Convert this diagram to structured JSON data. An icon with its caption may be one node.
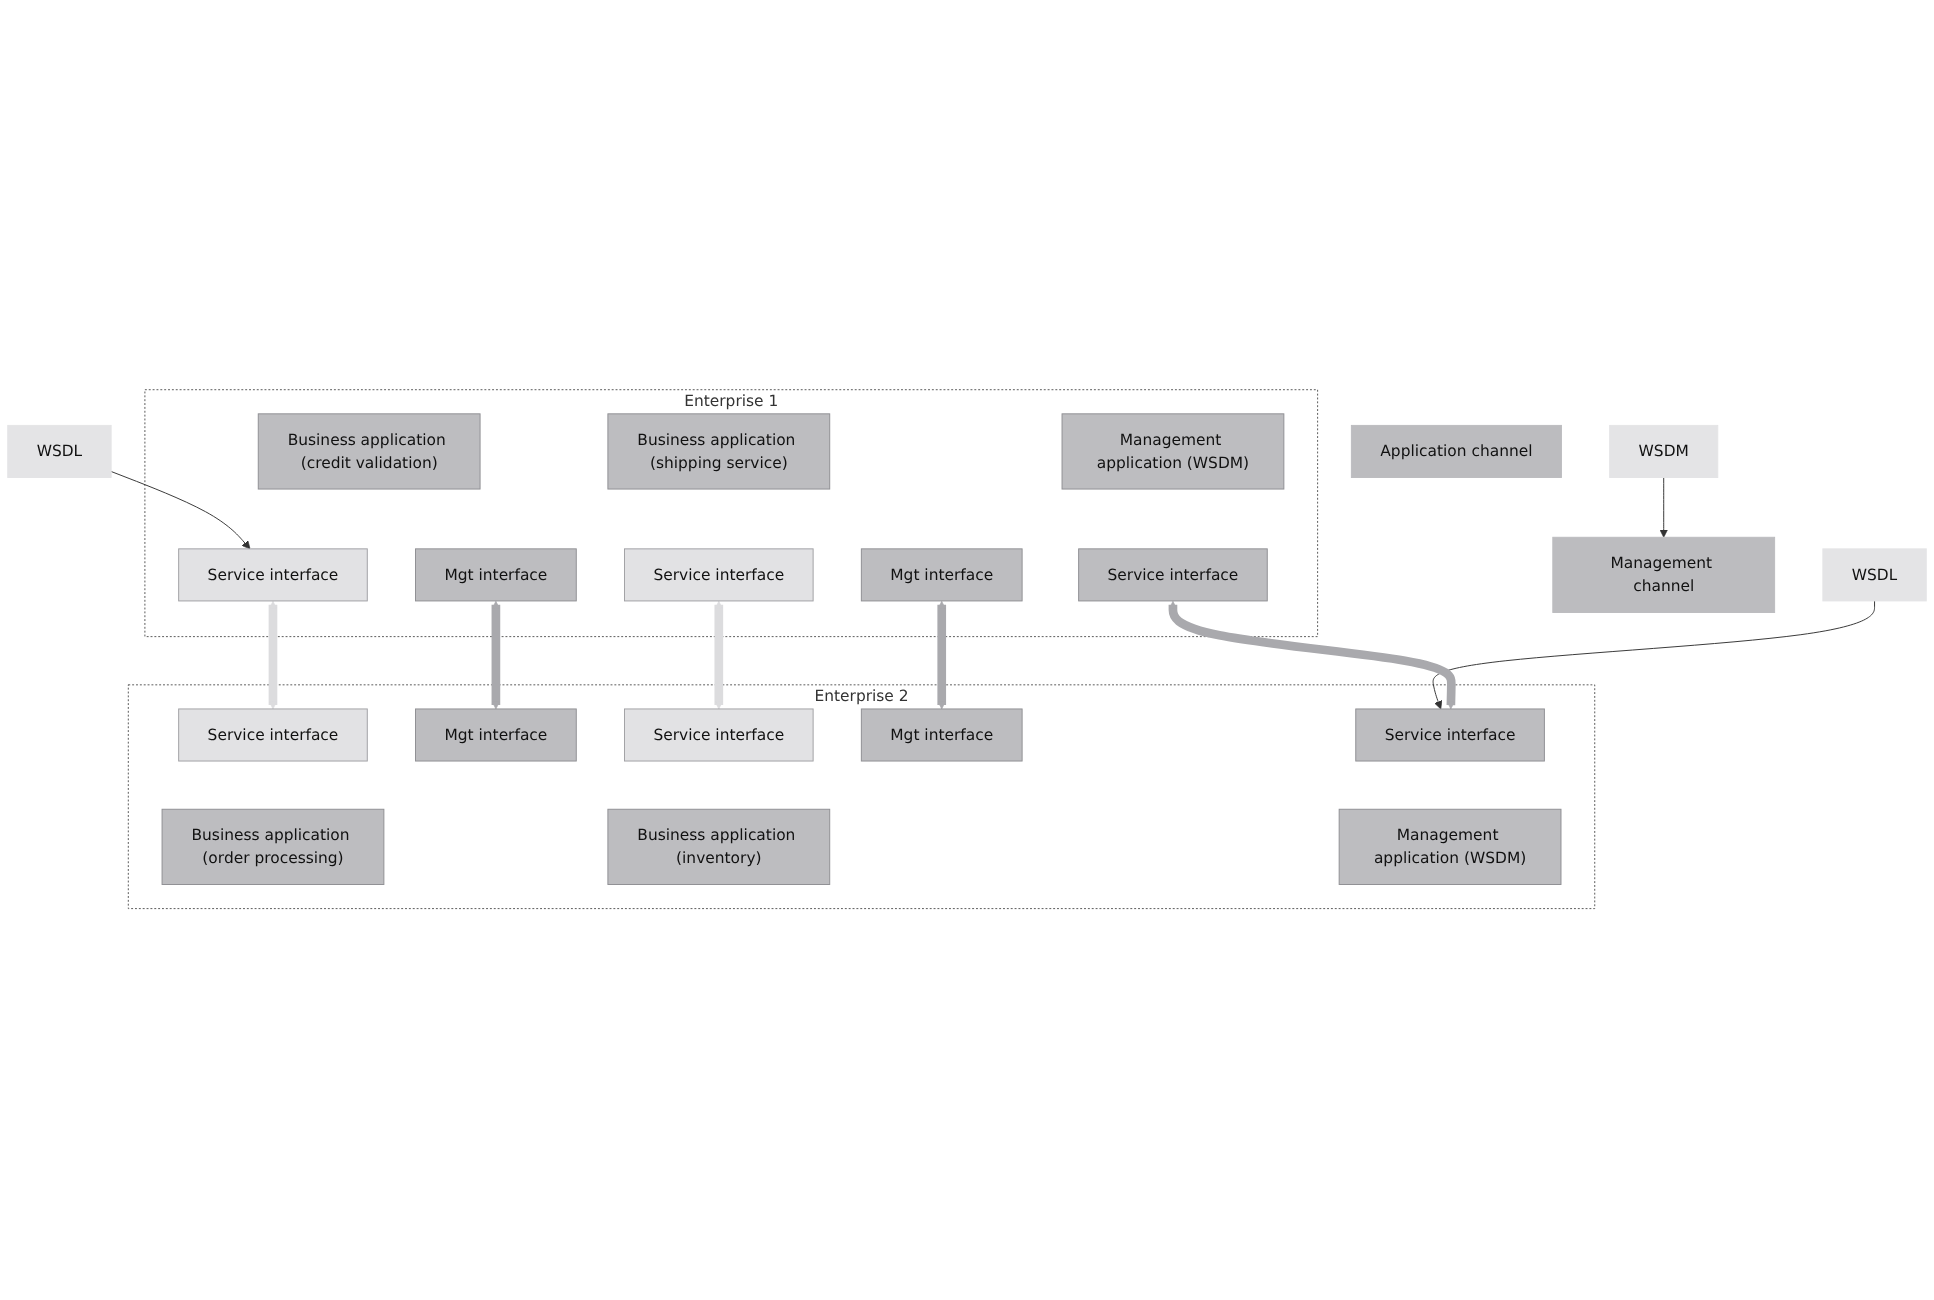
{
  "diagram": {
    "nodes": [
      {
        "text": [
          "Enterprise 1"
        ]
      },
      {
        "text": [
          "Business application (credit validation)"
        ],
        "in": 0
      },
      {
        "text": [
          "Business application (shipping service)"
        ],
        "in": 0
      },
      {
        "text": [
          "Management application (WSDM)"
        ],
        "in": 0
      },
      {
        "text": [
          "Service interface"
        ],
        "in": 0
      },
      {
        "text": [
          "Mgt interface"
        ],
        "in": 0
      },
      {
        "text": [
          "Service interface"
        ],
        "in": 0
      },
      {
        "text": [
          "Mgt interface"
        ],
        "in": 0
      },
      {
        "text": [
          "Service interface"
        ],
        "in": 0
      },
      {
        "text": [
          "WSDL"
        ]
      },
      {
        "text": [
          "Application channel"
        ]
      },
      {
        "text": [
          "WSDM"
        ]
      },
      {
        "text": [
          "Management channel"
        ]
      },
      {
        "text": [
          "Enterprise 2"
        ]
      },
      {
        "text": [
          "Service interface"
        ],
        "in": 13
      },
      {
        "text": [
          "Mgt interface"
        ],
        "in": 13
      },
      {
        "text": [
          "Service interface"
        ],
        "in": 13
      },
      {
        "text": [
          "Mgt interface"
        ],
        "in": 13
      },
      {
        "text": [
          "Service interface"
        ],
        "in": 13
      },
      {
        "text": [
          "Business application (order processing)"
        ],
        "in": 13
      },
      {
        "text": [
          "Business application (inventory)"
        ],
        "in": 13
      },
      {
        "text": [
          "Management application (WSDM)"
        ],
        "in": 13
      },
      {
        "text": [
          "WSDL"
        ]
      }
    ],
    "edges": [
      {
        "from": 9,
        "to": 4,
        "arrow": "to"
      },
      {
        "from": 11,
        "to": 12,
        "arrow": "to"
      },
      {
        "from": 22,
        "to": 18,
        "arrow": "to"
      },
      {
        "from": 4,
        "to": 14,
        "arrow": "both",
        "color": "#dcdcde"
      },
      {
        "from": 5,
        "to": 15,
        "arrow": "both",
        "color": "#a9a9ad"
      },
      {
        "from": 6,
        "to": 16,
        "arrow": "both",
        "color": "#dcdcde"
      },
      {
        "from": 7,
        "to": 17,
        "arrow": "both",
        "color": "#a9a9ad"
      },
      {
        "from": 8,
        "to": 18,
        "arrow": "both",
        "color": "#a9a9ad"
      }
    ]
  }
}
